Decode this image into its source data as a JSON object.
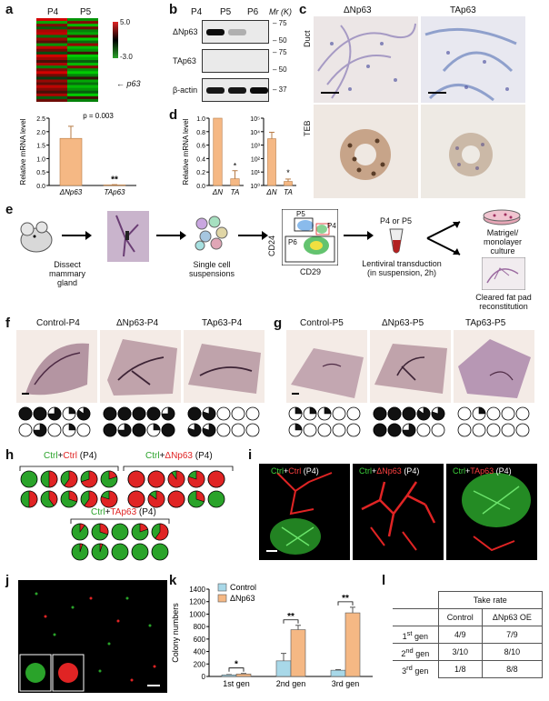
{
  "panels": {
    "a": "a",
    "b": "b",
    "c": "c",
    "d": "d",
    "e": "e",
    "f": "f",
    "g": "g",
    "h": "h",
    "i": "i",
    "j": "j",
    "k": "k",
    "l": "l"
  },
  "heatmap": {
    "col1": "P4",
    "col2": "P5",
    "scale_max": "5.0",
    "scale_min": "-3.0",
    "gene_label": "p63",
    "rows_p4": [
      0.9,
      -0.7,
      0.5,
      -0.3,
      0.7,
      0.8,
      -0.4,
      0.6,
      0.3,
      -0.6,
      0.8,
      0.4,
      -0.2,
      0.9,
      0.6,
      0.2,
      0.7,
      -0.5,
      0.5,
      0.9,
      0.4,
      -0.1,
      0.6,
      0.3,
      0.8,
      0.5,
      0.2,
      0.7,
      -0.3,
      0.4
    ],
    "rows_p5": [
      -0.6,
      0.5,
      -0.8,
      0.4,
      -0.5,
      -0.7,
      0.3,
      -0.9,
      -0.4,
      0.6,
      -0.8,
      -0.6,
      0.2,
      -0.9,
      -0.7,
      -0.3,
      -0.8,
      0.5,
      -0.6,
      -0.9,
      -0.5,
      0.1,
      -0.7,
      -0.4,
      -0.8,
      -0.6,
      -0.3,
      -0.9,
      0.2,
      -0.5
    ],
    "p63_row": 26
  },
  "chart_a": {
    "ylabel": "Relative mRNA level",
    "pvalue": "p = 0.003",
    "sig": "**",
    "chart_data": {
      "type": "bar",
      "categories": [
        "ΔNp63",
        "TAp63"
      ],
      "values": [
        1.75,
        0.02
      ],
      "errors": [
        0.45,
        0.01
      ],
      "ylim": [
        0,
        2.5
      ]
    },
    "ticks": [
      "0.0",
      "0.5",
      "1.0",
      "1.5",
      "2.0",
      "2.5"
    ]
  },
  "wb": {
    "cols": [
      "P4",
      "P5",
      "P6"
    ],
    "mr": "Mr (K)",
    "rows": [
      {
        "label": "ΔNp63",
        "markers": [
          "75",
          "50"
        ],
        "bands": [
          0.95,
          0.25,
          0.0
        ]
      },
      {
        "label": "TAp63",
        "markers": [
          "75",
          "50"
        ],
        "bands": [
          0.0,
          0.0,
          0.0
        ]
      },
      {
        "label": "β-actin",
        "markers": [
          "37"
        ],
        "bands": [
          0.9,
          0.9,
          0.95
        ]
      }
    ]
  },
  "histo": {
    "col1": "ΔNp63",
    "col2": "TAp63",
    "row1": "Duct",
    "row2": "TEB"
  },
  "chart_d1": {
    "ylabel": "Relative mRNA level",
    "chart_data": {
      "type": "bar",
      "categories": [
        "ΔN",
        "TA"
      ],
      "values": [
        1.0,
        0.1
      ],
      "errors": [
        0.0,
        0.12
      ],
      "ylim": [
        0,
        1
      ]
    },
    "ticks": [
      "0.0",
      "0.2",
      "0.4",
      "0.6",
      "0.8",
      "1.0"
    ],
    "sig": "*"
  },
  "chart_d2": {
    "chart_data": {
      "type": "bar",
      "categories": [
        "ΔN",
        "TA"
      ],
      "values": [
        3000,
        2
      ],
      "errors": [
        6000,
        1
      ],
      "ylim": [
        1,
        100000
      ],
      "log": true
    },
    "ticks": [
      "10⁰",
      "10¹",
      "10²",
      "10³",
      "10⁴",
      "10⁵"
    ],
    "sig": "*"
  },
  "workflow": {
    "step1": "Dissect mammary gland",
    "step2": "Single cell suspensions",
    "facs_p5": "P5",
    "facs_p4": "P4",
    "facs_p6": "P6",
    "facs_y": "CD24",
    "facs_x": "CD29",
    "step3_top": "P4 or P5",
    "step3": "Lentiviral transduction (in suspension, 2h)",
    "out1": "Matrigel/ monolayer culture",
    "out2": "Cleared fat pad reconstitution"
  },
  "panel_f": {
    "titles": [
      "Control-P4",
      "ΔNp63-P4",
      "TAp63-P4"
    ],
    "pies": [
      [
        1,
        1,
        0.75,
        0.25,
        0.85,
        0,
        0.75,
        0,
        0.25,
        0
      ],
      [
        1,
        1,
        1,
        1,
        0.75,
        1,
        0.75,
        1,
        0.25,
        1
      ],
      [
        1,
        0.8,
        0,
        0,
        0,
        0.8,
        0.8,
        0,
        0,
        0
      ]
    ]
  },
  "panel_g": {
    "titles": [
      "Control-P5",
      "ΔNp63-P5",
      "TAp63-P5"
    ],
    "pies": [
      [
        0.25,
        0.25,
        0.25,
        0,
        0,
        0.25,
        0,
        0,
        0,
        0
      ],
      [
        1,
        1,
        1,
        0.85,
        0.8,
        1,
        1,
        0.75,
        0,
        0
      ],
      [
        0,
        0.25,
        0,
        0,
        0,
        0,
        0,
        0,
        0,
        0
      ]
    ]
  },
  "panel_h": {
    "g1": {
      "green": "Ctrl",
      "plus": "+",
      "red": "Ctrl",
      "tail": "(P4)"
    },
    "g2": {
      "green": "Ctrl",
      "plus": "+",
      "red": "ΔNp63",
      "tail": "(P4)"
    },
    "g3": {
      "green": "Ctrl",
      "plus": "+",
      "red": "TAp63",
      "tail": "(P4)"
    },
    "pies1": [
      0,
      0.5,
      0.6,
      0.7,
      0.2,
      0.5,
      0.4,
      0.3,
      0.6,
      0.8
    ],
    "pies2": [
      1,
      1,
      0.9,
      0.8,
      1,
      1,
      0.85,
      1,
      0.3,
      0
    ],
    "pies3": [
      0.1,
      0.3,
      0,
      0.2,
      0.6,
      0.05,
      0.05,
      0,
      0,
      0
    ]
  },
  "panel_i": {
    "l1": {
      "green": "Ctrl",
      "plus": "+",
      "red": "Ctrl",
      "tail": "(P4)"
    },
    "l2": {
      "green": "Ctrl",
      "plus": "+",
      "red": "ΔNp63",
      "tail": "(P4)"
    },
    "l3": {
      "green": "Ctrl",
      "plus": "+",
      "red": "TAp63",
      "tail": "(P4)"
    }
  },
  "chart_k": {
    "ylabel": "Colony numbers",
    "legend": [
      "Control",
      "ΔNp63"
    ],
    "colors": {
      "control": "#a8d8e8",
      "dnp63": "#f5b884"
    },
    "ticks": [
      "0",
      "200",
      "400",
      "600",
      "800",
      "1000",
      "1200",
      "1400"
    ],
    "chart_data": {
      "type": "bar",
      "categories": [
        "1st gen",
        "2nd gen",
        "3rd gen"
      ],
      "series": [
        {
          "name": "Control",
          "values": [
            25,
            250,
            100
          ],
          "errors": [
            5,
            120,
            10
          ]
        },
        {
          "name": "ΔNp63",
          "values": [
            40,
            750,
            1020
          ],
          "errors": [
            8,
            70,
            90
          ]
        }
      ],
      "ylim": [
        0,
        1400
      ]
    },
    "sig": [
      "*",
      "**",
      "**"
    ]
  },
  "table_l": {
    "header": "Take rate",
    "col1": "Control",
    "col2": "ΔNp63 OE",
    "rows": [
      {
        "gen": "1",
        "sup": "st",
        "tail": " gen",
        "control": "4/9",
        "oe": "7/9"
      },
      {
        "gen": "2",
        "sup": "nd",
        "tail": " gen",
        "control": "3/10",
        "oe": "8/10"
      },
      {
        "gen": "3",
        "sup": "rd",
        "tail": " gen",
        "control": "1/8",
        "oe": "8/8"
      }
    ]
  },
  "colors": {
    "bar": "#f5b884",
    "green": "#2aa32a",
    "red": "#e02424",
    "pie_fill": "#111111"
  }
}
